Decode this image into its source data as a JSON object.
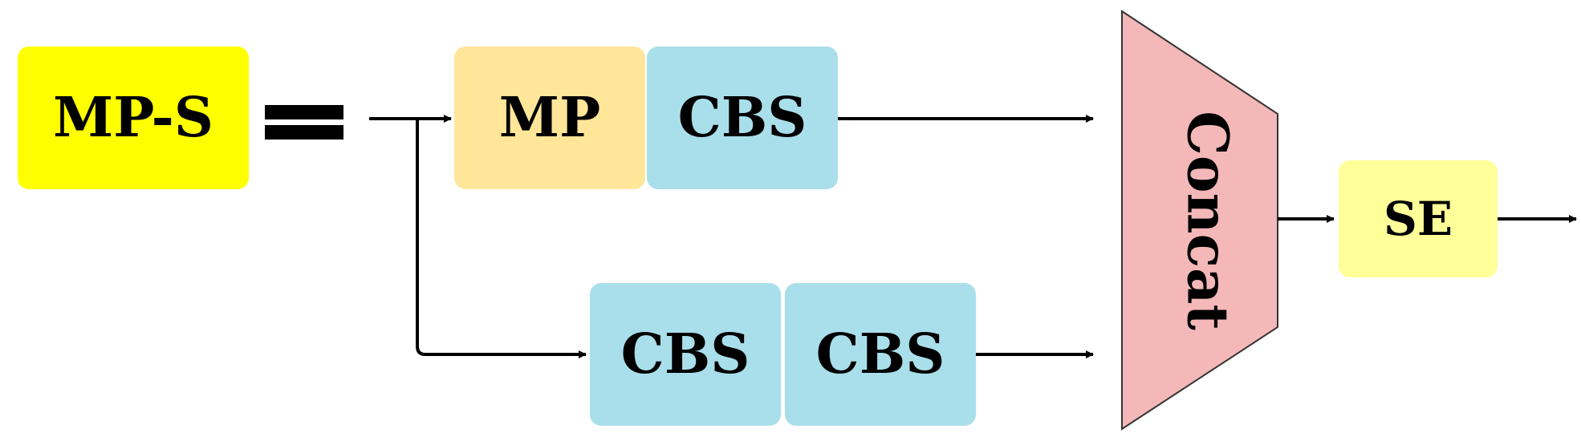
{
  "blocks": {
    "mps": {
      "label": "MP-S",
      "color": "#FFFF00"
    },
    "mp": {
      "label": "MP",
      "color": "#FFE699"
    },
    "cbs_top": {
      "label": "CBS",
      "color": "#A9DFEB"
    },
    "cbs_bottom_1": {
      "label": "CBS",
      "color": "#A9DFEB"
    },
    "cbs_bottom_2": {
      "label": "CBS",
      "color": "#A9DFEB"
    },
    "concat": {
      "label": "Concat",
      "color": "#F4B8B8",
      "border_color": "#333333"
    },
    "se": {
      "label": "SE",
      "color": "#FFFF99"
    }
  },
  "symbols": {
    "equivalence": "double-bar-equals"
  },
  "edges": [
    {
      "from": "input",
      "to": "mp"
    },
    {
      "from": "input",
      "to": "cbs_bottom_1"
    },
    {
      "from": "cbs_top",
      "to": "concat"
    },
    {
      "from": "cbs_bottom_2",
      "to": "concat"
    },
    {
      "from": "concat",
      "to": "se"
    },
    {
      "from": "se",
      "to": "output"
    }
  ]
}
